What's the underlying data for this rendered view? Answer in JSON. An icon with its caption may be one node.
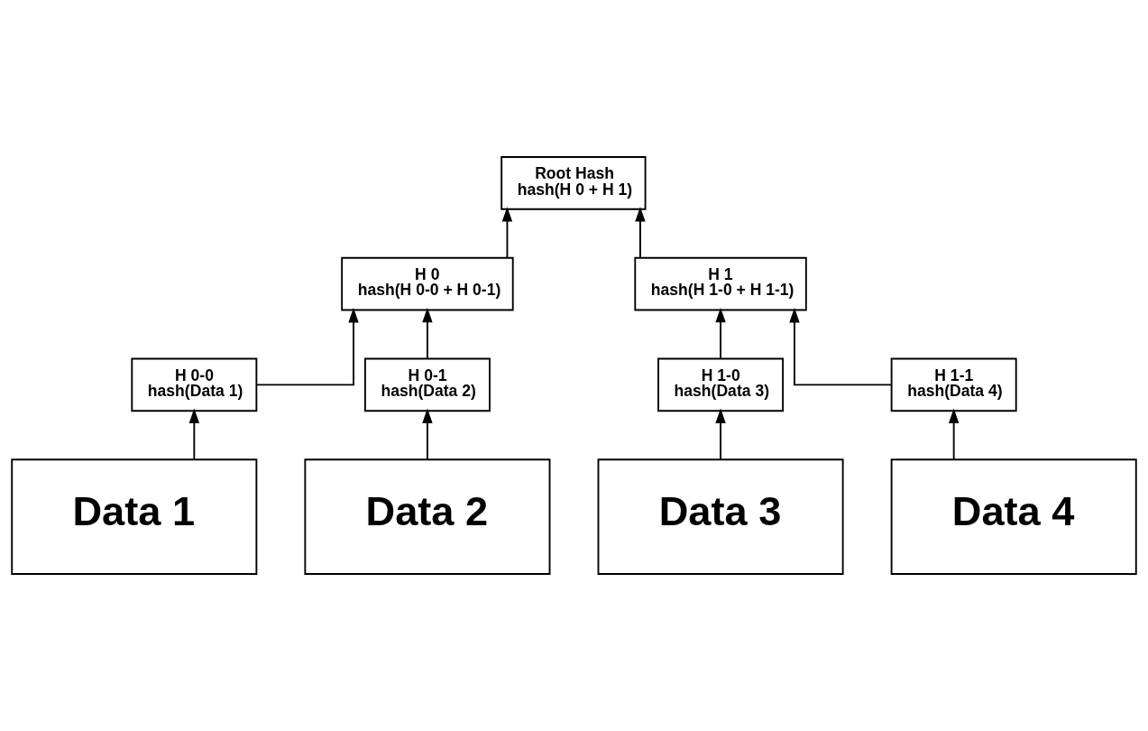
{
  "diagram": {
    "nodes": [
      {
        "text": [
          "Root Hash",
          "hash(H 0 + H 1)"
        ]
      },
      {
        "text": [
          "H 0",
          "hash(H 0-0 + H 0-1)"
        ]
      },
      {
        "text": [
          "H 1",
          "hash(H 1-0 + H 1-1)"
        ]
      },
      {
        "text": [
          "H 0-0",
          "hash(Data 1)"
        ]
      },
      {
        "text": [
          "H 0-1",
          "hash(Data 2)"
        ]
      },
      {
        "text": [
          "H 1-0",
          "hash(Data 3)"
        ]
      },
      {
        "text": [
          "H 1-1",
          "hash(Data 4)"
        ]
      },
      {
        "text": [
          "Data 1"
        ]
      },
      {
        "text": [
          "Data 2"
        ]
      },
      {
        "text": [
          "Data 3"
        ]
      },
      {
        "text": [
          "Data 4"
        ]
      }
    ],
    "edges": [
      {
        "from": 1,
        "to": 0,
        "arrow": "to"
      },
      {
        "from": 2,
        "to": 0,
        "arrow": "to"
      },
      {
        "from": 3,
        "to": 1,
        "arrow": "to"
      },
      {
        "from": 4,
        "to": 1,
        "arrow": "to"
      },
      {
        "from": 5,
        "to": 2,
        "arrow": "to"
      },
      {
        "from": 6,
        "to": 2,
        "arrow": "to"
      },
      {
        "from": 7,
        "to": 3,
        "arrow": "to"
      },
      {
        "from": 8,
        "to": 4,
        "arrow": "to"
      },
      {
        "from": 9,
        "to": 5,
        "arrow": "to"
      },
      {
        "from": 10,
        "to": 6,
        "arrow": "to"
      }
    ]
  }
}
